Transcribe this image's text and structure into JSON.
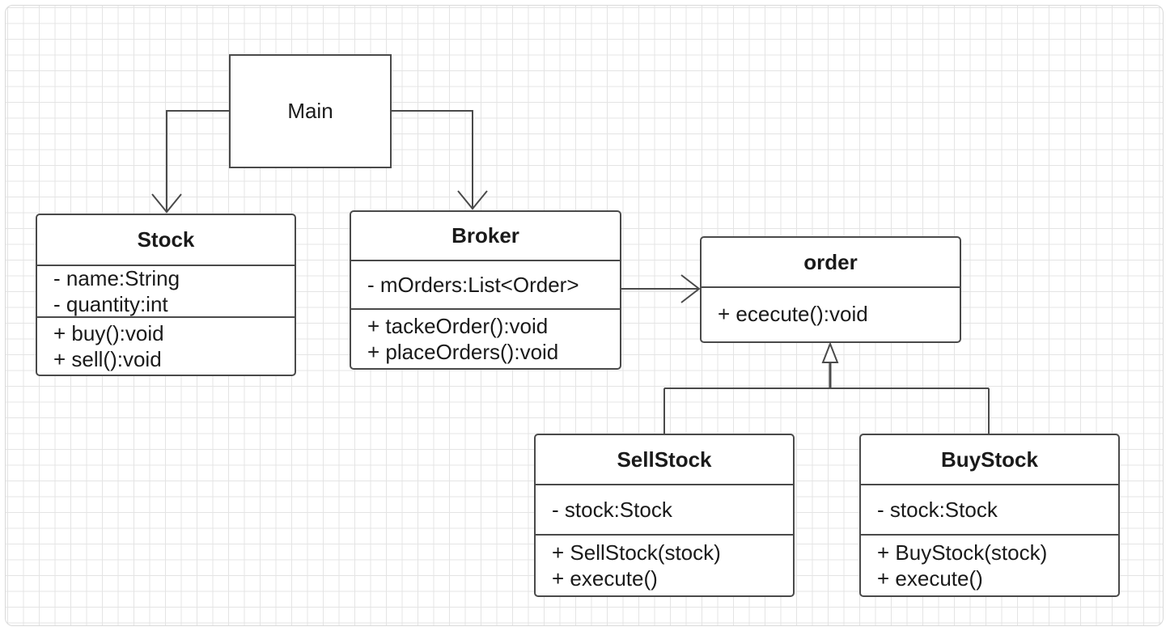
{
  "diagram": {
    "main": {
      "label": "Main"
    },
    "stock": {
      "name": "Stock",
      "attributes": [
        "- name:String",
        "- quantity:int"
      ],
      "operations": [
        "+ buy():void",
        "+ sell():void"
      ]
    },
    "broker": {
      "name": "Broker",
      "attributes": [
        "- mOrders:List<Order>"
      ],
      "operations": [
        "+ tackeOrder():void",
        "+ placeOrders():void"
      ]
    },
    "order": {
      "name": "order",
      "operations": [
        "+ ececute():void"
      ]
    },
    "sellstock": {
      "name": "SellStock",
      "attributes": [
        "- stock:Stock"
      ],
      "operations": [
        "+ SellStock(stock)",
        "+ execute()"
      ]
    },
    "buystock": {
      "name": "BuyStock",
      "attributes": [
        "- stock:Stock"
      ],
      "operations": [
        "+ BuyStock(stock)",
        "+ execute()"
      ]
    }
  },
  "colors": {
    "line": "#4a4a4a",
    "grid": "#e4e4e4",
    "text": "#1a1a1a",
    "background": "#ffffff"
  }
}
